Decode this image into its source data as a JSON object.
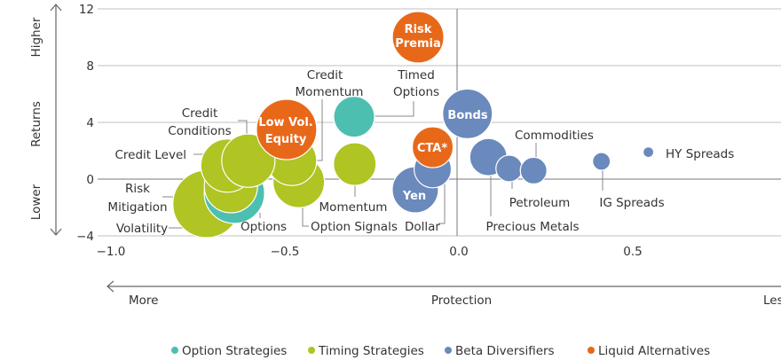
{
  "chart_data": {
    "type": "scatter",
    "subtype": "bubble",
    "xlabel": "Protection",
    "x_direction_labels": {
      "left": "More",
      "right": "Less"
    },
    "ylabel": "Returns",
    "y_direction_labels": {
      "top": "Higher",
      "bottom": "Lower"
    },
    "xlim": [
      -1.0,
      0.9
    ],
    "ylim": [
      -4,
      12
    ],
    "xticks": [
      "−1.0",
      "−0.5",
      "0.0",
      "0.5"
    ],
    "xtick_values": [
      -1.0,
      -0.5,
      0.0,
      0.5
    ],
    "yticks": [
      "12",
      "8",
      "4",
      "0",
      "−4"
    ],
    "ytick_values": [
      12,
      8,
      4,
      0,
      -4
    ],
    "grid": true,
    "legend": {
      "placement": "bottom",
      "entries": [
        {
          "name": "Option Strategies",
          "color": "#4dbfb0"
        },
        {
          "name": "Timing Strategies",
          "color": "#b0c423"
        },
        {
          "name": "Beta Diversifiers",
          "color": "#6a89bc"
        },
        {
          "name": "Liquid Alternatives",
          "color": "#e8681a"
        }
      ]
    },
    "points": [
      {
        "label": "Volatility",
        "group": "Timing Strategies",
        "x": -0.72,
        "y": -1.75,
        "size": 38
      },
      {
        "label": "Options",
        "group": "Option Strategies",
        "x": -0.64,
        "y": -1.0,
        "size": 34
      },
      {
        "label": "Risk Mitigation",
        "group": "Timing Strategies",
        "x": -0.65,
        "y": -0.5,
        "size": 30
      },
      {
        "label": "Credit Level",
        "group": "Timing Strategies",
        "x": -0.66,
        "y": 0.95,
        "size": 30
      },
      {
        "label": "Option Signals",
        "group": "Timing Strategies",
        "x": -0.455,
        "y": -0.2,
        "size": 29
      },
      {
        "label": "Credit Momentum",
        "group": "Timing Strategies",
        "x": -0.475,
        "y": 1.3,
        "size": 28
      },
      {
        "label": "Credit Conditions",
        "group": "Timing Strategies",
        "x": -0.6,
        "y": 1.3,
        "size": 30
      },
      {
        "label": "Low Vol. Equity",
        "group": "Liquid Alternatives",
        "x": -0.49,
        "y": 3.5,
        "size": 34
      },
      {
        "label": "Momentum",
        "group": "Timing Strategies",
        "x": -0.294,
        "y": 1.06,
        "size": 24
      },
      {
        "label": "Timed Options",
        "group": "Option Strategies",
        "x": -0.296,
        "y": 4.4,
        "size": 23
      },
      {
        "label": "Risk Premia",
        "group": "Liquid Alternatives",
        "x": -0.112,
        "y": 10.0,
        "size": 29
      },
      {
        "label": "Yen",
        "group": "Beta Diversifiers",
        "x": -0.12,
        "y": -0.75,
        "size": 26
      },
      {
        "label": "Dollar",
        "group": "Beta Diversifiers",
        "x": -0.07,
        "y": 0.7,
        "size": 21
      },
      {
        "label": "CTA*",
        "group": "Liquid Alternatives",
        "x": -0.07,
        "y": 2.25,
        "size": 23
      },
      {
        "label": "Bonds",
        "group": "Beta Diversifiers",
        "x": 0.03,
        "y": 4.6,
        "size": 28
      },
      {
        "label": "Precious Metals",
        "group": "Beta Diversifiers",
        "x": 0.09,
        "y": 1.55,
        "size": 21
      },
      {
        "label": "Petroleum",
        "group": "Beta Diversifiers",
        "x": 0.15,
        "y": 0.75,
        "size": 15
      },
      {
        "label": "Commodities",
        "group": "Beta Diversifiers",
        "x": 0.22,
        "y": 0.6,
        "size": 15
      },
      {
        "label": "IG Spreads",
        "group": "Beta Diversifiers",
        "x": 0.415,
        "y": 1.25,
        "size": 10
      },
      {
        "label": "HY Spreads",
        "group": "Beta Diversifiers",
        "x": 0.55,
        "y": 1.9,
        "size": 6
      }
    ]
  }
}
